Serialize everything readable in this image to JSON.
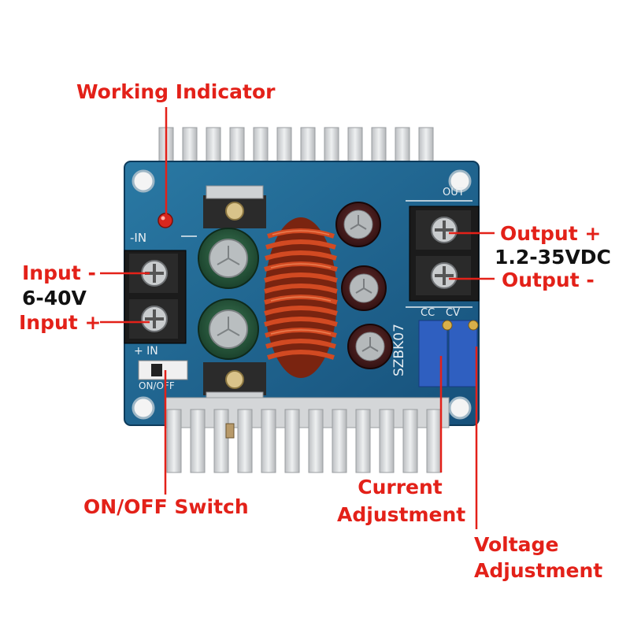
{
  "labels": {
    "working_indicator": "Working Indicator",
    "input_minus": "Input -",
    "input_voltage": "6-40V",
    "input_plus": "Input +",
    "output_plus": "Output +",
    "output_voltage": "1.2-35VDC",
    "output_minus": "Output -",
    "on_off_switch": "ON/OFF Switch",
    "current_adjustment": [
      "Current",
      "Adjustment"
    ],
    "voltage_adjustment": [
      "Voltage",
      "Adjustment"
    ]
  },
  "board_silkscreen": {
    "in_minus": "-IN",
    "in_plus": "+ IN",
    "out": "OUT",
    "cc": "CC",
    "cv": "CV",
    "switch": "ON/OFF",
    "model": "SZBK07"
  },
  "colors": {
    "label_red": "#e32119",
    "label_black": "#111111",
    "pcb_blue": "#1c5f86",
    "copper": "#c1401c",
    "heatsink": "#d7d9db"
  }
}
